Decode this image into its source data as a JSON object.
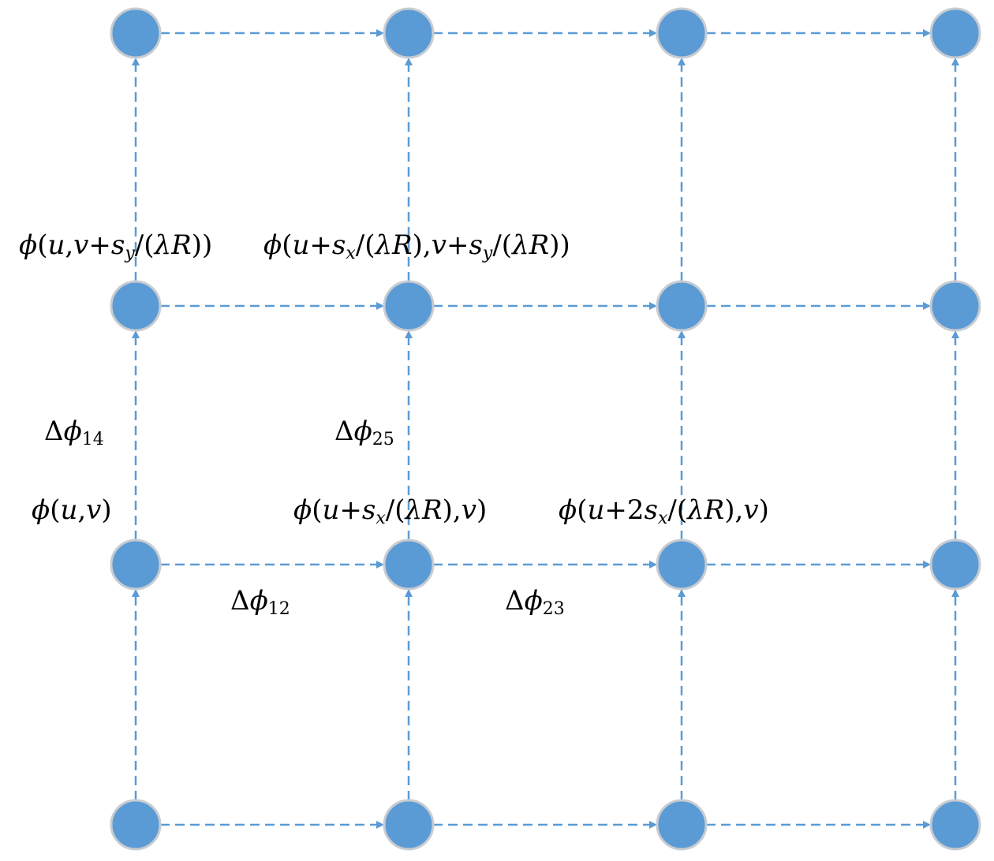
{
  "diagram": {
    "columns": 4,
    "rows": 4,
    "node_color": "#5b9bd5",
    "node_stroke": "#c8ccd1",
    "edge_color": "#5b9bd5"
  },
  "labels": {
    "phi_uv": "ϕ(u,v)",
    "phi_u_sx": "ϕ(u+s_x/(λR),v)",
    "phi_u_2sx": "ϕ(u+2s_x/(λR),v)",
    "phi_v_sy": "ϕ(u,v+s_y/(λR))",
    "phi_u_sx_v_sy": "ϕ(u+s_x/(λR),v+s_y/(λR))",
    "dphi12": "Δϕ12",
    "dphi23": "Δϕ23",
    "dphi14": "Δϕ14",
    "dphi25": "Δϕ25"
  }
}
